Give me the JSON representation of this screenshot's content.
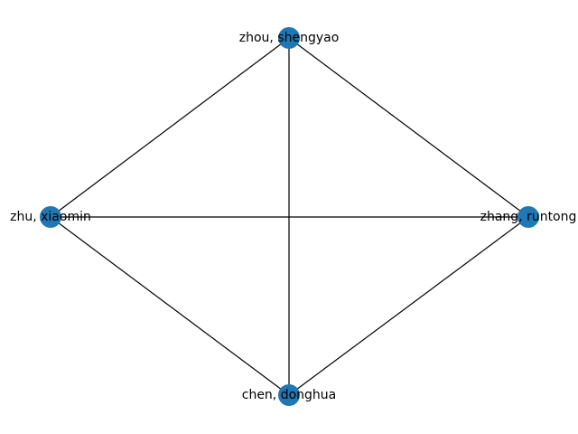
{
  "graph": {
    "node_color": "#1f77b4",
    "edge_color": "#000000",
    "nodes": [
      {
        "id": "zhou",
        "label": "zhou, shengyao"
      },
      {
        "id": "zhu",
        "label": "zhu, xiaomin"
      },
      {
        "id": "zhang",
        "label": "zhang, runtong"
      },
      {
        "id": "chen",
        "label": "chen, donghua"
      }
    ],
    "edges": [
      {
        "source": "zhou",
        "target": "zhu"
      },
      {
        "source": "zhou",
        "target": "zhang"
      },
      {
        "source": "zhou",
        "target": "chen"
      },
      {
        "source": "zhu",
        "target": "zhang"
      },
      {
        "source": "zhu",
        "target": "chen"
      },
      {
        "source": "zhang",
        "target": "chen"
      }
    ]
  }
}
